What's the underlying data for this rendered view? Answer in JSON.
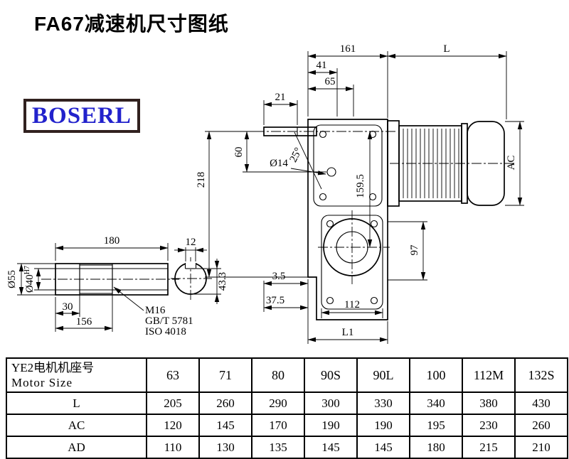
{
  "title": "FA67减速机尺寸图纸",
  "logo": {
    "text": "BOSERL",
    "text_color": "#2222cc",
    "border_color": "#31211f"
  },
  "drawing": {
    "dims": {
      "d161": "161",
      "dL": "L",
      "d41": "41",
      "d65": "65",
      "d21": "21",
      "d60": "60",
      "d218": "218",
      "dphi14": "Ø14",
      "d25": "25°",
      "d159_5": "159.5",
      "dAC": "AC",
      "d97": "97",
      "d3_5": "3.5",
      "d37_5": "37.5",
      "d112": "112",
      "dL1": "L1",
      "d180": "180",
      "dphi55": "Ø55",
      "dphi40": "Ø40",
      "dphi40sup": "H7",
      "d30": "30",
      "d156": "156",
      "dM16": "M16",
      "dGBT": "GB/T 5781",
      "dISO": "ISO 4018",
      "d12": "12",
      "d43_3": "43.3"
    }
  },
  "table": {
    "header": {
      "label_line1": "YE2电机机座号",
      "label_line2": "Motor Size",
      "sizes": [
        "63",
        "71",
        "80",
        "90S",
        "90L",
        "100",
        "112M",
        "132S"
      ]
    },
    "rows": [
      {
        "label": "L",
        "values": [
          "205",
          "260",
          "290",
          "300",
          "330",
          "340",
          "380",
          "430"
        ]
      },
      {
        "label": "AC",
        "values": [
          "120",
          "145",
          "170",
          "190",
          "190",
          "195",
          "230",
          "260"
        ]
      },
      {
        "label": "AD",
        "values": [
          "110",
          "130",
          "135",
          "145",
          "145",
          "180",
          "215",
          "210"
        ]
      }
    ]
  }
}
